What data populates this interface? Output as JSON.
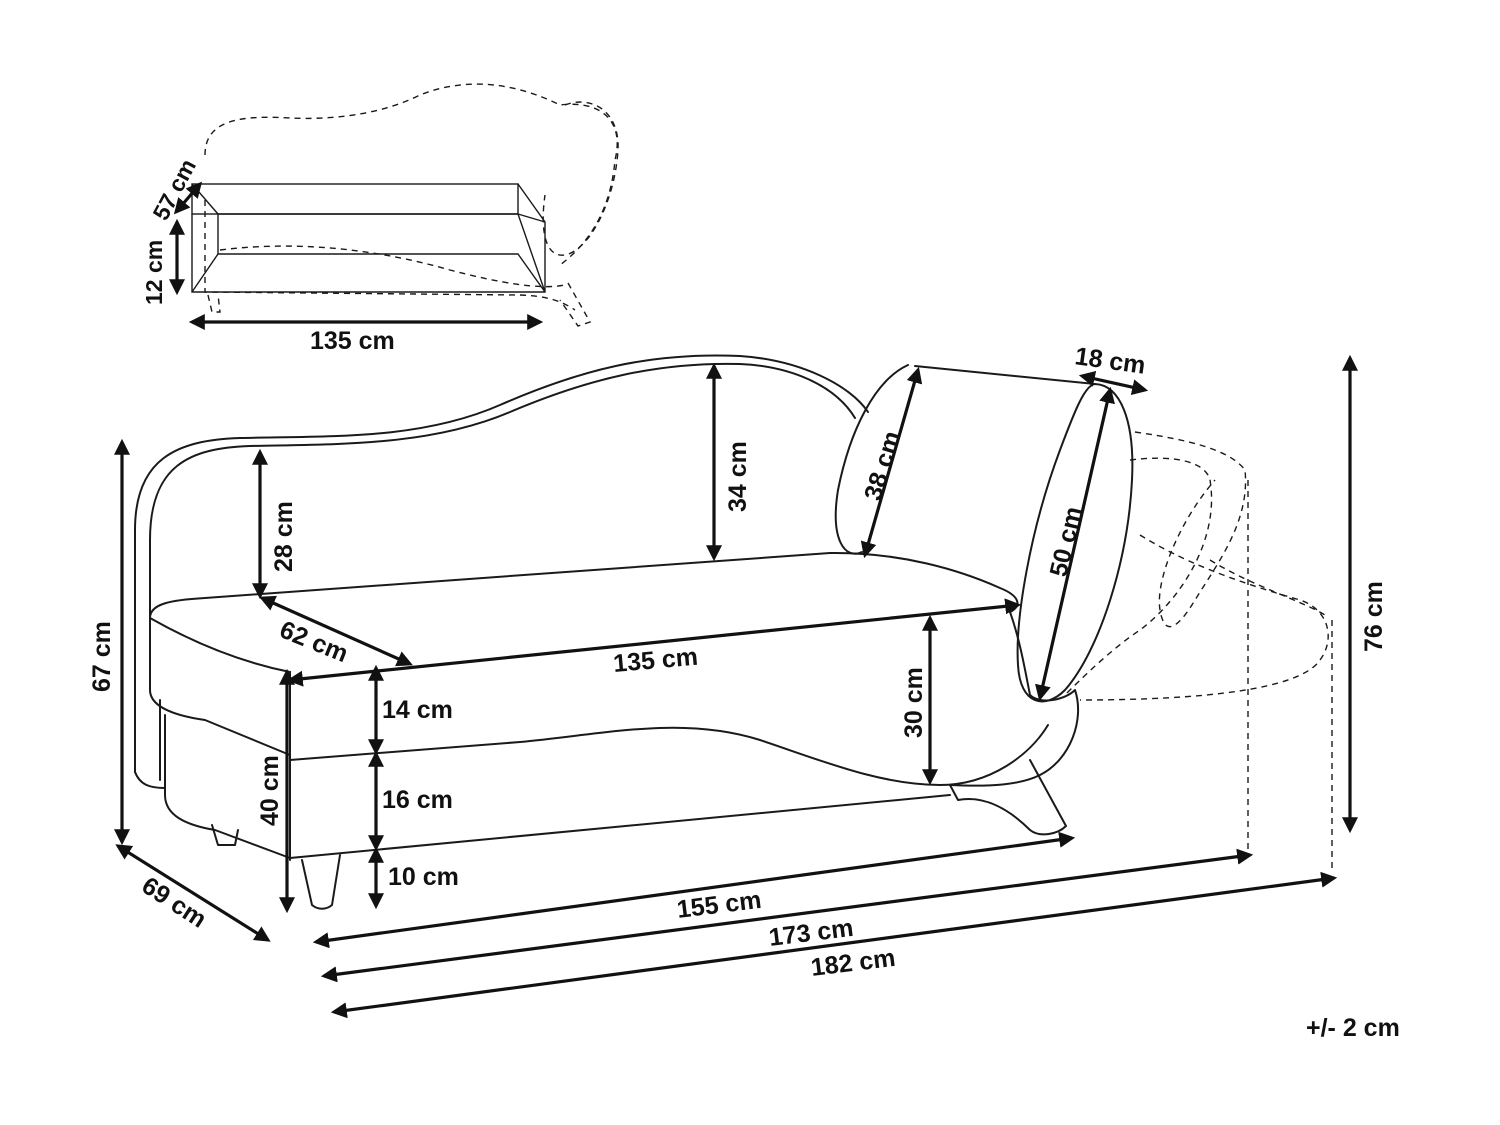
{
  "storage": {
    "length": "135 cm",
    "depth": "57 cm",
    "height": "12 cm"
  },
  "backrest": {
    "low_height": "28 cm",
    "high_height": "34 cm"
  },
  "pillow": {
    "width": "38 cm",
    "thickness": "18 cm",
    "length": "50 cm"
  },
  "seat": {
    "depth": "62 cm",
    "length": "135 cm",
    "height": "30 cm"
  },
  "front": {
    "cushion_height": "14 cm",
    "base_height": "16 cm",
    "leg_height": "10 cm",
    "seat_height": "40 cm"
  },
  "overall": {
    "height_left": "67 cm",
    "height_right": "76 cm",
    "depth": "69 cm",
    "length_155": "155 cm",
    "length_173": "173 cm",
    "length_182": "182 cm"
  },
  "tolerance": "+/- 2 cm"
}
